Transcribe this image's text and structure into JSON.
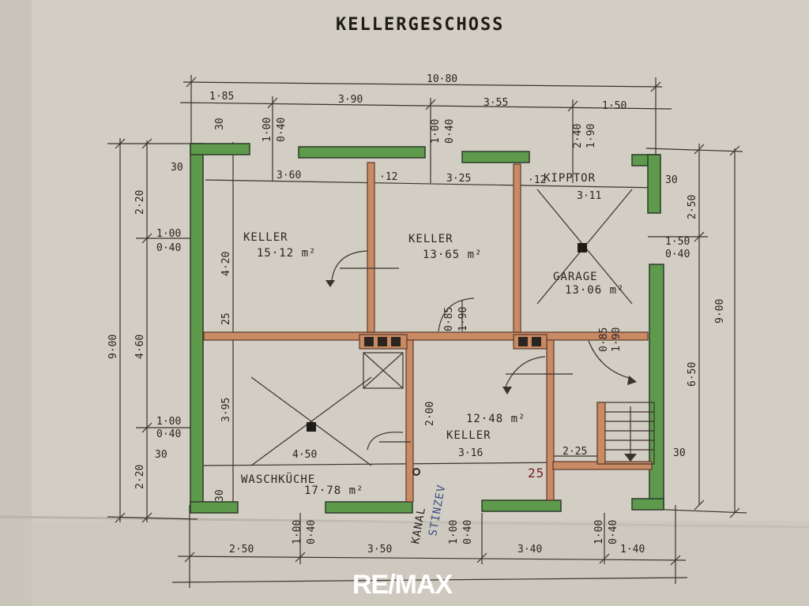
{
  "title": "KELLERGESCHOSS",
  "watermark": "RE/MAX",
  "rooms": [
    {
      "name": "KELLER",
      "area": "15·12 m²"
    },
    {
      "name": "KELLER",
      "area": "13·65 m²"
    },
    {
      "name": "GARAGE",
      "area": "13·06 m²"
    },
    {
      "name": "WASCHKÜCHE",
      "area": "17·78 m²"
    },
    {
      "name": "KELLER",
      "area": "12·48 m²"
    }
  ],
  "labels": {
    "kipptor": "KIPPTOR",
    "kanal": "KANAL",
    "stinzev": "STINZEV",
    "marker": "25"
  },
  "dims": {
    "total_width": "10·80",
    "top": [
      "1·85",
      "3·90",
      "3·55",
      "1·50"
    ],
    "inner_top": [
      "3·60",
      "·12",
      "3·25",
      "·12",
      "3·11"
    ],
    "bottom": [
      "2·50",
      "3·50",
      "3·40",
      "1·40"
    ],
    "left_outer": "9·00",
    "left": [
      "2·20",
      "4·60",
      "2·20"
    ],
    "right_outer": "9·00",
    "right": [
      "2·50",
      "6·50"
    ],
    "wall": [
      "30",
      "30",
      "30",
      "30",
      "30",
      "30"
    ],
    "openings": [
      "1·00",
      "0·40",
      "1·00",
      "0·40",
      "1·00",
      "0·40",
      "1·00",
      "0·40",
      "1·50",
      "0·40",
      "2·40",
      "1·90",
      "1·00",
      "0·40",
      "1·00",
      "0·40",
      "1·00",
      "0·40"
    ],
    "inner_vertical": [
      "4·20",
      "25",
      "3·95",
      "0·85",
      "1·90",
      "0·85",
      "1·90",
      "2·00"
    ],
    "inner_misc": [
      "4·50",
      "3·16",
      "2·25"
    ]
  }
}
